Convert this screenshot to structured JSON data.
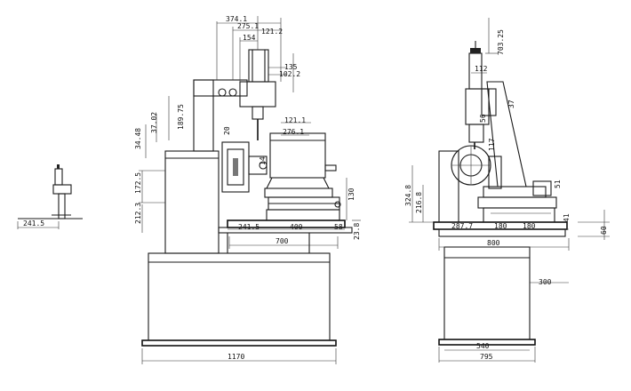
{
  "dimensions": {
    "left_view": {
      "d241_5": "241.5"
    },
    "front_view": {
      "d374_1": "374.1",
      "d275_1": "275.1",
      "d121_2": "121.2",
      "d154": "154",
      "d135": "135",
      "d102_2": "102.2",
      "d189_75": "189.75",
      "d37_02": "37.02",
      "d34_48": "34.48",
      "d121_1": "121.1",
      "d276_1": "276.1",
      "d20": "20",
      "d14": "14",
      "d172_5": "172.5",
      "d212_3": "212.3",
      "d130": "130",
      "d241_5b": "241.5",
      "d400": "400",
      "d58": "58",
      "d23_8": "23.8",
      "d700": "700",
      "d1170": "1170"
    },
    "side_view": {
      "d703_25": "703.25",
      "d112": "112",
      "d37": "37",
      "d56": "56",
      "d117": "117",
      "d324_8": "324.8",
      "d216_8": "216.8",
      "d51": "51",
      "d41": "41",
      "d287_7": "287.7",
      "d180a": "180",
      "d180b": "180",
      "d60": "60",
      "d800": "800",
      "d300": "300",
      "d540": "540",
      "d795": "795"
    }
  }
}
